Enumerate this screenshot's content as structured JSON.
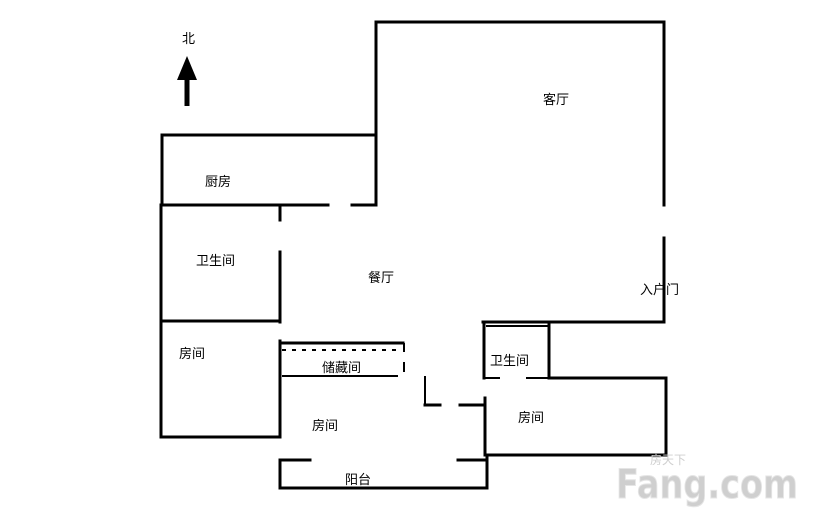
{
  "compass": {
    "label": "北",
    "icon": "north-arrow-icon"
  },
  "rooms": {
    "living_room": "客厅",
    "kitchen": "厨房",
    "bathroom_left": "卫生间",
    "dining_room": "餐厅",
    "entrance_door": "入户门",
    "bedroom_west": "房间",
    "storage_room": "储藏间",
    "bathroom_center": "卫生间",
    "bedroom_south": "房间",
    "bedroom_east": "房间",
    "balcony": "阳台"
  },
  "watermark": {
    "brand": "Fang.com",
    "tagline": "房天下"
  },
  "colors": {
    "wall": "#000000",
    "background": "#ffffff",
    "watermark": "#cfcfcf"
  }
}
